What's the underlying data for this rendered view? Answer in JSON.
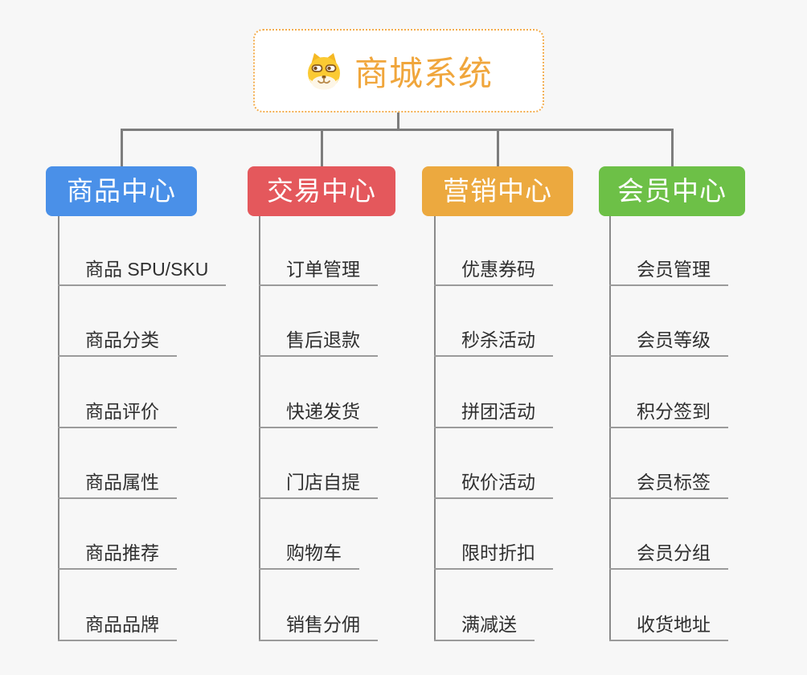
{
  "root": {
    "label": "商城系统",
    "icon": "doge-face-icon",
    "text_color": "#f0a63c",
    "border_color": "#f3ad4e"
  },
  "colors": {
    "background": "#f7f7f7",
    "connector": "#7d7d7d",
    "leaf_underline": "#9b9b9b",
    "leaf_text": "#2f2f2f"
  },
  "columns": [
    {
      "label": "商品中心",
      "color": "#4a90e8",
      "items": [
        "商品 SPU/SKU",
        "商品分类",
        "商品评价",
        "商品属性",
        "商品推荐",
        "商品品牌"
      ]
    },
    {
      "label": "交易中心",
      "color": "#e4585c",
      "items": [
        "订单管理",
        "售后退款",
        "快递发货",
        "门店自提",
        "购物车",
        "销售分佣"
      ]
    },
    {
      "label": "营销中心",
      "color": "#eca93f",
      "items": [
        "优惠券码",
        "秒杀活动",
        "拼团活动",
        "砍价活动",
        "限时折扣",
        "满减送"
      ]
    },
    {
      "label": "会员中心",
      "color": "#6dc047",
      "items": [
        "会员管理",
        "会员等级",
        "积分签到",
        "会员标签",
        "会员分组",
        "收货地址"
      ]
    }
  ]
}
